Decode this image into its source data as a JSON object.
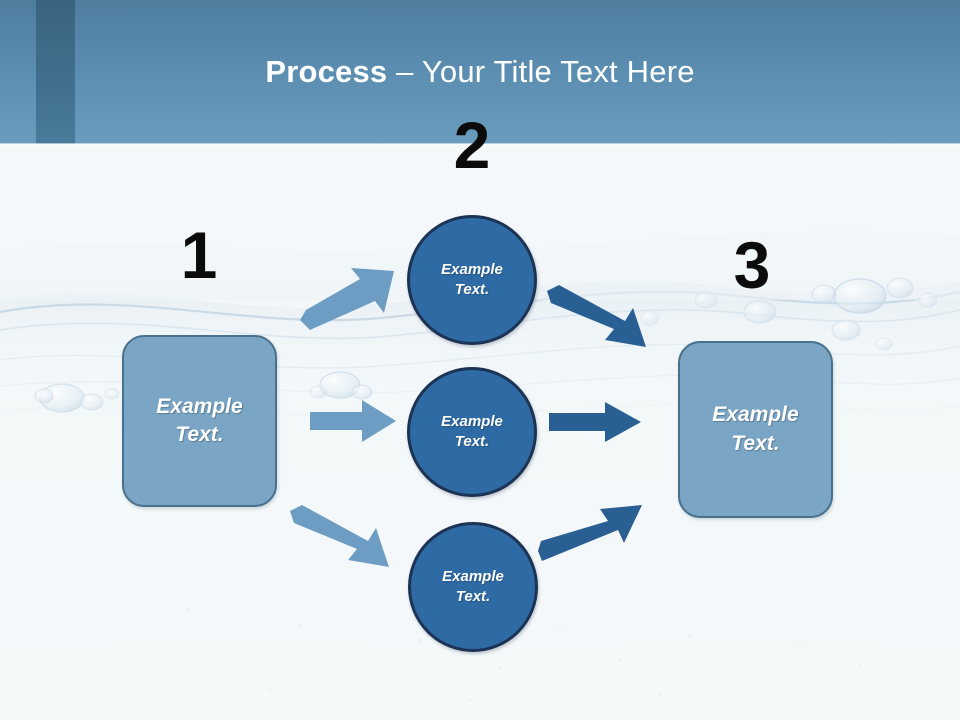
{
  "slide": {
    "background_color": "#f4f8fa",
    "background_art": "water-surface-bubbles"
  },
  "header": {
    "title_bold": "Process",
    "title_rest": " – Your Title Text Here",
    "gradient_from": "#4e7d9e",
    "gradient_to": "#6a9cbe",
    "band_dark_color": "#33soon5c",
    "band_mid_color": "#40708e"
  },
  "steps": [
    {
      "number": "1",
      "label_line1": "Example",
      "label_line2": "Text."
    },
    {
      "number": "2",
      "label_line1": "Example",
      "label_line2": "Text."
    },
    {
      "number": "3",
      "label_line1": "Example",
      "label_line2": "Text."
    }
  ],
  "stage1": {
    "number": "1",
    "box_text_line1": "Example",
    "box_text_line2": "Text.",
    "box_fill": "#7ba5c4",
    "box_stroke": "#49708d"
  },
  "stage2": {
    "number": "2",
    "circles": [
      {
        "text_line1": "Example",
        "text_line2": "Text."
      },
      {
        "text_line1": "Example",
        "text_line2": "Text."
      },
      {
        "text_line1": "Example",
        "text_line2": "Text."
      }
    ],
    "circle_fill": "#2e6aa4",
    "circle_stroke": "#1d3355"
  },
  "stage3": {
    "number": "3",
    "box_text_line1": "Example",
    "box_text_line2": "Text.",
    "box_fill": "#7ba5c4",
    "box_stroke": "#49708d"
  },
  "arrows": {
    "left_group_color": "#6e9dc4",
    "right_group_color": "#2a5f94",
    "left": [
      {
        "name": "arrow-box1-to-circle1",
        "direction": "up-right"
      },
      {
        "name": "arrow-box1-to-circle2",
        "direction": "right"
      },
      {
        "name": "arrow-box1-to-circle3",
        "direction": "down-right"
      }
    ],
    "right": [
      {
        "name": "arrow-circle1-to-box3",
        "direction": "down-right"
      },
      {
        "name": "arrow-circle2-to-box3",
        "direction": "right"
      },
      {
        "name": "arrow-circle3-to-box3",
        "direction": "up-right"
      }
    ]
  }
}
